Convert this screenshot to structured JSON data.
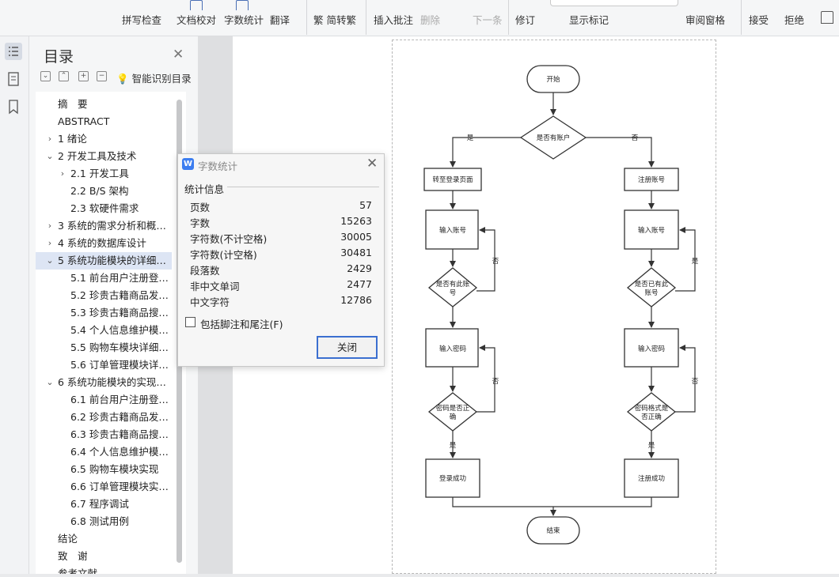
{
  "ribbon": {
    "spell_check": "拼写检查",
    "doc_proof": "文档校对",
    "word_count": "字数统计",
    "translate": "翻译",
    "convert": "繁 简转繁",
    "insert_comment": "插入批注",
    "delete": "删除",
    "next": "下一条",
    "revise": "修订",
    "show_marks": "显示标记",
    "review_pane": "审阅窗格",
    "accept": "接受",
    "reject": "拒绝"
  },
  "toc": {
    "title": "目录",
    "smart": "智能识别目录",
    "items": [
      {
        "label": "摘　要",
        "level": 1,
        "chev": ""
      },
      {
        "label": "ABSTRACT",
        "level": 1,
        "chev": ""
      },
      {
        "label": "1  绪论",
        "level": 1,
        "chev": "›"
      },
      {
        "label": "2  开发工具及技术",
        "level": 1,
        "chev": "⌄"
      },
      {
        "label": "2.1  开发工具",
        "level": 2,
        "chev": "›"
      },
      {
        "label": "2.2 B/S 架构",
        "level": 2,
        "chev": ""
      },
      {
        "label": "2.3  软硬件需求",
        "level": 2,
        "chev": ""
      },
      {
        "label": "3  系统的需求分析和概…",
        "level": 1,
        "chev": "›"
      },
      {
        "label": "4  系统的数据库设计",
        "level": 1,
        "chev": "›"
      },
      {
        "label": "5  系统功能模块的详细…",
        "level": 1,
        "chev": "⌄",
        "selected": true
      },
      {
        "label": "5.1  前台用户注册登…",
        "level": 2,
        "chev": ""
      },
      {
        "label": "5.2  珍贵古籍商品发…",
        "level": 2,
        "chev": ""
      },
      {
        "label": "5.3  珍贵古籍商品搜…",
        "level": 2,
        "chev": ""
      },
      {
        "label": "5.4  个人信息维护模…",
        "level": 2,
        "chev": ""
      },
      {
        "label": "5.5  购物车模块详细…",
        "level": 2,
        "chev": ""
      },
      {
        "label": "5.6  订单管理模块详…",
        "level": 2,
        "chev": ""
      },
      {
        "label": "6  系统功能模块的实现…",
        "level": 1,
        "chev": "⌄"
      },
      {
        "label": "6.1  前台用户注册登…",
        "level": 2,
        "chev": ""
      },
      {
        "label": "6.2  珍贵古籍商品发…",
        "level": 2,
        "chev": ""
      },
      {
        "label": "6.3  珍贵古籍商品搜…",
        "level": 2,
        "chev": ""
      },
      {
        "label": "6.4  个人信息维护模…",
        "level": 2,
        "chev": ""
      },
      {
        "label": "6.5  购物车模块实现",
        "level": 2,
        "chev": ""
      },
      {
        "label": "6.6  订单管理模块实…",
        "level": 2,
        "chev": ""
      },
      {
        "label": "6.7  程序调试",
        "level": 2,
        "chev": ""
      },
      {
        "label": "6.8 测试用例",
        "level": 2,
        "chev": ""
      },
      {
        "label": "结论",
        "level": 1,
        "chev": ""
      },
      {
        "label": "致　谢",
        "level": 1,
        "chev": ""
      },
      {
        "label": "参考文献",
        "level": 1,
        "chev": ""
      }
    ]
  },
  "dialog": {
    "title": "字数统计",
    "section": "统计信息",
    "stats": [
      {
        "label": "页数",
        "value": "57"
      },
      {
        "label": "字数",
        "value": "15263"
      },
      {
        "label": "字符数(不计空格)",
        "value": "30005"
      },
      {
        "label": "字符数(计空格)",
        "value": "30481"
      },
      {
        "label": "段落数",
        "value": "2429"
      },
      {
        "label": "非中文单词",
        "value": "2477"
      },
      {
        "label": "中文字符",
        "value": "12786"
      }
    ],
    "checkbox_label": "包括脚注和尾注(F)",
    "close_button": "关闭"
  },
  "flowchart": {
    "start": "开始",
    "decision_account": "是否有账户",
    "yes": "是",
    "no": "否",
    "goto_login": "转至登录页面",
    "register_account": "注册账号",
    "input_account_left": "输入账号",
    "input_account_right": "输入账号",
    "check_exists_line1": "是否有此账",
    "check_exists_line2": "号",
    "check_registered_line1": "是否已有此",
    "check_registered_line2": "账号",
    "input_pwd_left": "输入密码",
    "input_pwd_right": "输入密码",
    "pwd_correct_line1": "密码是否正",
    "pwd_correct_line2": "确",
    "pwd_format_line1": "密码格式是",
    "pwd_format_line2": "否正确",
    "login_success": "登录成功",
    "register_success": "注册成功",
    "end": "结束"
  }
}
